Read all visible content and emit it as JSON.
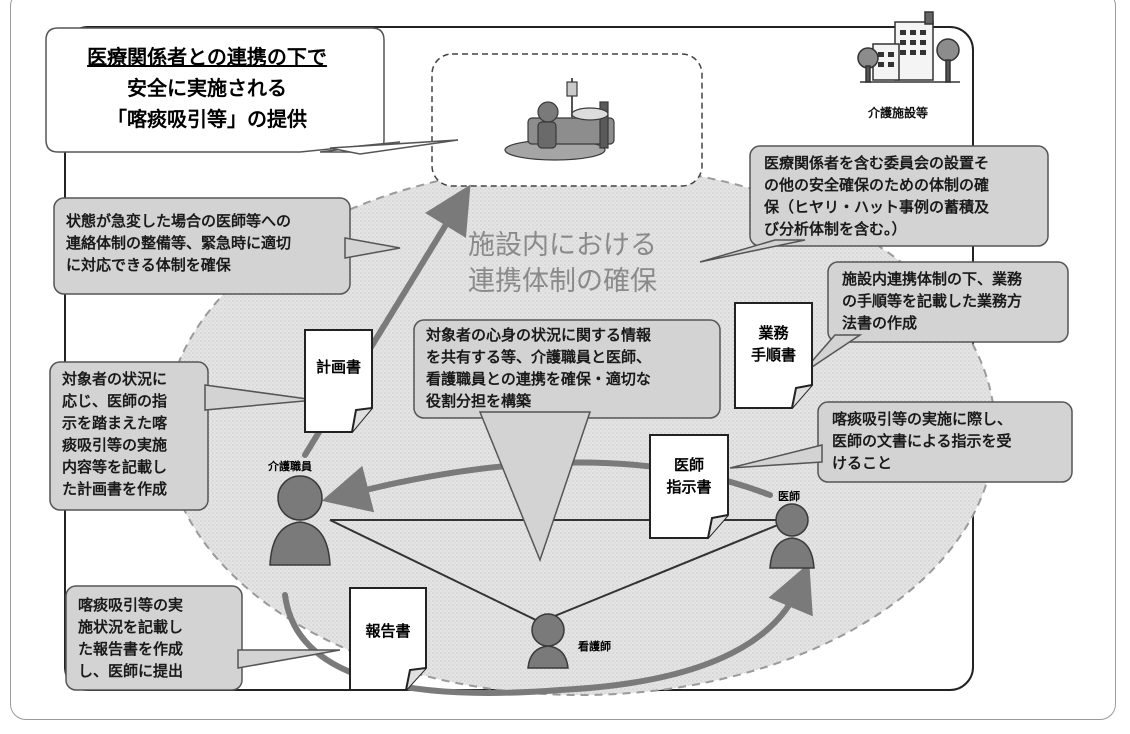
{
  "title": {
    "line1": "医療関係者との連携の下で",
    "line2": "安全に実施される",
    "line3": "「喀痰吸引等」の提供"
  },
  "facility_label": "介護施設等",
  "center_title": {
    "line1": "施設内における",
    "line2": "連携体制の確保"
  },
  "bubbles": {
    "committee": [
      "医療関係者を含む委員会の設置そ",
      "の他の安全確保のための体制の確",
      "保（ヒヤリ・ハット事例の蓄積及",
      "び分析体制を含む。）"
    ],
    "emergency": [
      "状態が急変した場合の医師等への",
      "連絡体制の整備等、緊急時に適切",
      "に対応できる体制を確保"
    ],
    "manual": [
      "施設内連携体制の下、業務",
      "の手順等を記載した業務方",
      "法書の作成"
    ],
    "info_sharing": [
      "対象者の心身の状況に関する情報",
      "を共有する等、介護職員と医師、",
      "看護職員との連携を確保・適切な",
      "役割分担を構築"
    ],
    "plan": [
      "対象者の状況に",
      "応じ、医師の指",
      "示を踏まえた喀",
      "痰吸引等の実施",
      "内容等を記載し",
      "た計画書を作成"
    ],
    "instruction": [
      "喀痰吸引等の実施に際し、",
      "医師の文書による指示を受",
      "けること"
    ],
    "report": [
      "喀痰吸引等の実",
      "施状況を記載し",
      "た報告書を作成",
      "し、医師に提出"
    ]
  },
  "documents": {
    "plan": "計画書",
    "manual_l1": "業務",
    "manual_l2": "手順書",
    "instruction_l1": "医師",
    "instruction_l2": "指示書",
    "report": "報告書"
  },
  "roles": {
    "care_worker": "介護職員",
    "doctor": "医師",
    "nurse": "看護師"
  }
}
